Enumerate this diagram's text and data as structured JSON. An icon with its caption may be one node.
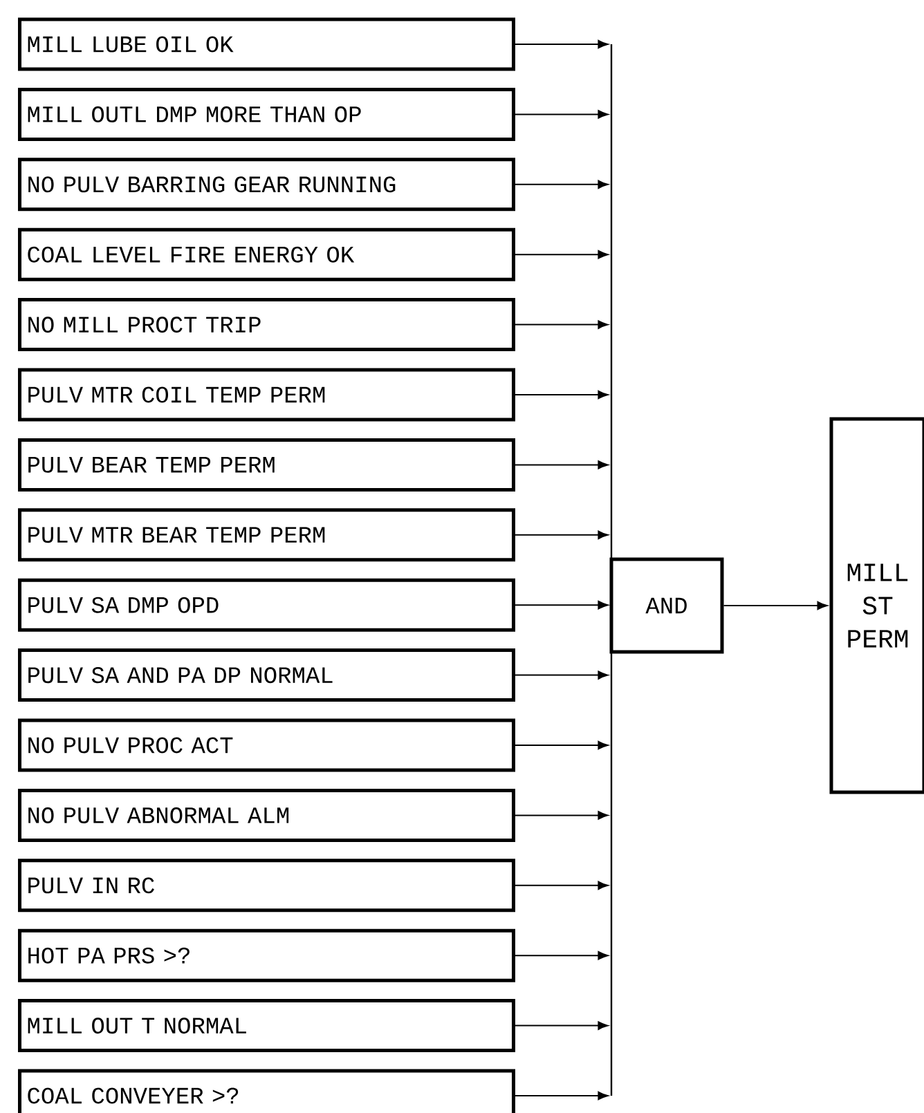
{
  "diagram": {
    "nodes": [
      {
        "text": [
          "MILL LUBE OIL OK"
        ]
      },
      {
        "text": [
          "MILL OUTL DMP MORE THAN OP"
        ]
      },
      {
        "text": [
          "NO PULV BARRING GEAR RUNNING"
        ]
      },
      {
        "text": [
          "COAL LEVEL FIRE ENERGY OK"
        ]
      },
      {
        "text": [
          "NO MILL PROCT TRIP"
        ]
      },
      {
        "text": [
          "PULV MTR COIL TEMP PERM"
        ]
      },
      {
        "text": [
          "PULV BEAR TEMP PERM"
        ]
      },
      {
        "text": [
          "PULV  MTR BEAR TEMP PERM"
        ]
      },
      {
        "text": [
          "PULV SA DMP OPD"
        ]
      },
      {
        "text": [
          "PULV SA AND PA DP NORMAL"
        ]
      },
      {
        "text": [
          "NO PULV PROC ACT"
        ]
      },
      {
        "text": [
          "NO PULV ABNORMAL ALM"
        ]
      },
      {
        "text": [
          "PULV IN RC"
        ]
      },
      {
        "text": [
          "HOT PA PRS >?"
        ]
      },
      {
        "text": [
          "MILL OUT T NORMAL"
        ]
      },
      {
        "text": [
          "COAL CONVEYER >?"
        ]
      },
      {
        "text": [],
        "shape": "bar"
      },
      {
        "text": [
          "AND"
        ]
      },
      {
        "text": [
          "MILL ST PERM"
        ]
      }
    ],
    "edges": [
      {
        "from": 0,
        "to": 16,
        "arrow": "to"
      },
      {
        "from": 1,
        "to": 16,
        "arrow": "to"
      },
      {
        "from": 2,
        "to": 16,
        "arrow": "to"
      },
      {
        "from": 3,
        "to": 16,
        "arrow": "to"
      },
      {
        "from": 4,
        "to": 16,
        "arrow": "to"
      },
      {
        "from": 5,
        "to": 16,
        "arrow": "to"
      },
      {
        "from": 6,
        "to": 16,
        "arrow": "to"
      },
      {
        "from": 7,
        "to": 16,
        "arrow": "to"
      },
      {
        "from": 8,
        "to": 16,
        "arrow": "to"
      },
      {
        "from": 9,
        "to": 16,
        "arrow": "to"
      },
      {
        "from": 10,
        "to": 16,
        "arrow": "to"
      },
      {
        "from": 11,
        "to": 16,
        "arrow": "to"
      },
      {
        "from": 12,
        "to": 16,
        "arrow": "to"
      },
      {
        "from": 13,
        "to": 16,
        "arrow": "to"
      },
      {
        "from": 14,
        "to": 16,
        "arrow": "to"
      },
      {
        "from": 15,
        "to": 16,
        "arrow": "to"
      },
      {
        "from": 17,
        "to": 18,
        "arrow": "to"
      }
    ]
  }
}
